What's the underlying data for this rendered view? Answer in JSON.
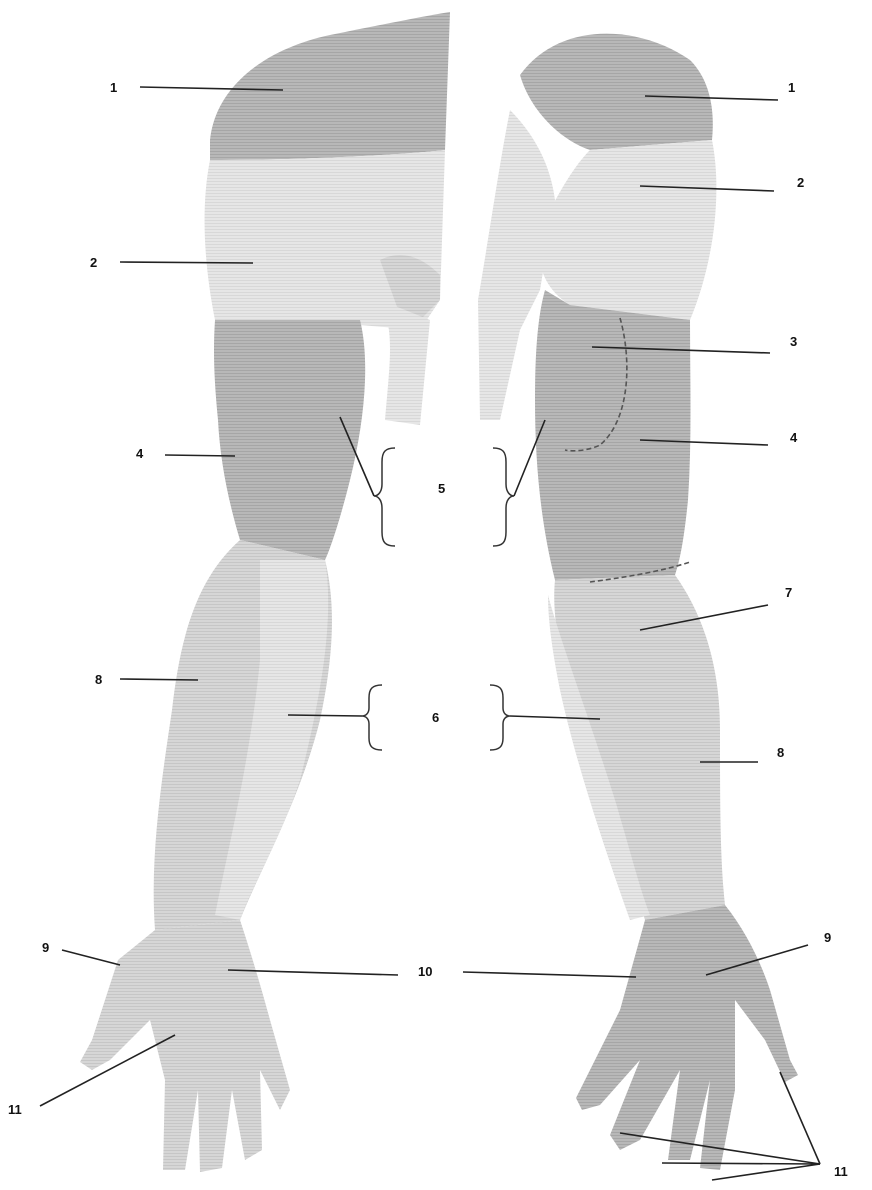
{
  "labels": {
    "left_1": "1",
    "right_1": "1",
    "left_2": "2",
    "right_2": "2",
    "right_3": "3",
    "left_4": "4",
    "right_4": "4",
    "center_5": "5",
    "center_6": "6",
    "right_7": "7",
    "left_8": "8",
    "right_8": "8",
    "left_9": "9",
    "right_9": "9",
    "center_10": "10",
    "left_11": "11",
    "right_11": "11"
  },
  "colors": {
    "skin_light": "#dcdcdc",
    "skin_mid": "#c4c4c4",
    "skin_dark": "#a8a8a8",
    "ink": "#111111"
  }
}
